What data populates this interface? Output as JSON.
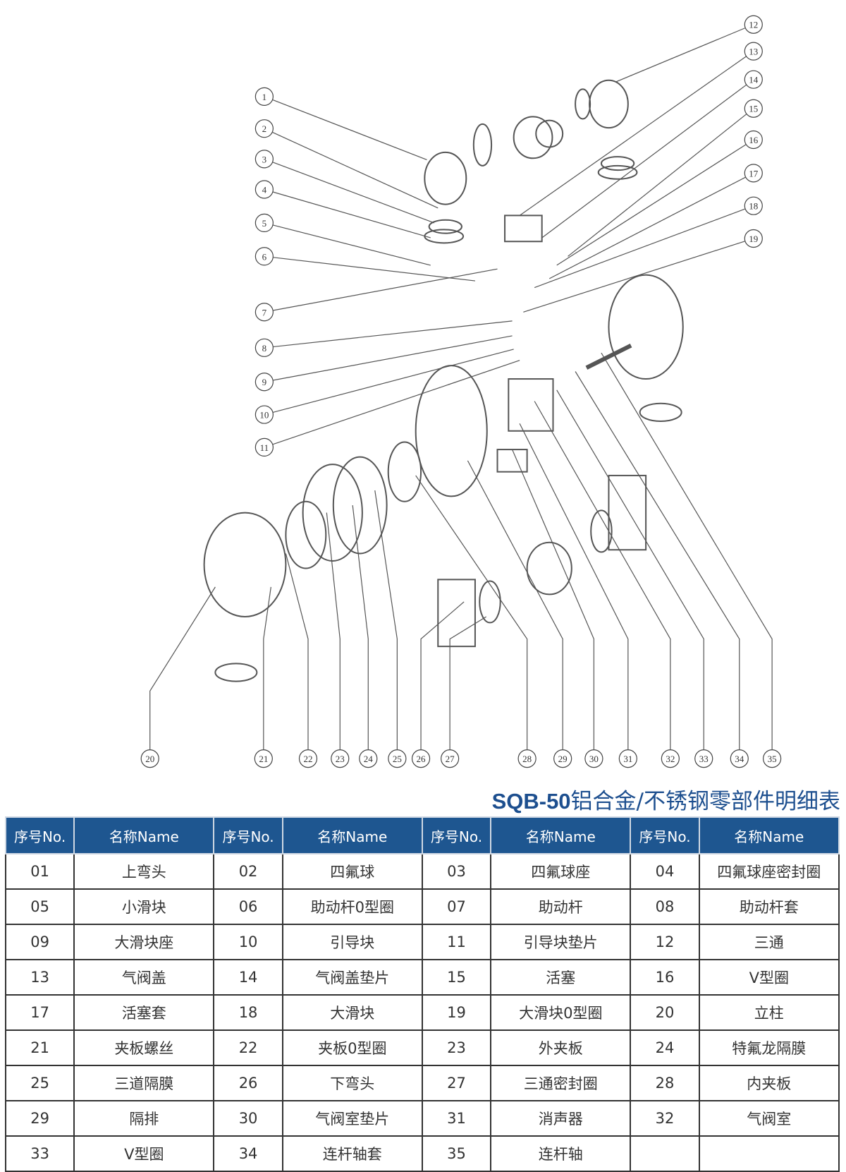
{
  "title": {
    "model": "SQB-50",
    "text": "铝合金/不锈钢零部件明细表"
  },
  "colors": {
    "header_bg": "#1e5690",
    "title": "#1d4f8f",
    "line": "#444444"
  },
  "table": {
    "headers": [
      "序号No.",
      "名称Name",
      "序号No.",
      "名称Name",
      "序号No.",
      "名称Name",
      "序号No.",
      "名称Name"
    ],
    "rows": [
      [
        "01",
        "上弯头",
        "02",
        "四氟球",
        "03",
        "四氟球座",
        "04",
        "四氟球座密封圈"
      ],
      [
        "05",
        "小滑块",
        "06",
        "助动杆0型圈",
        "07",
        "助动杆",
        "08",
        "助动杆套"
      ],
      [
        "09",
        "大滑块座",
        "10",
        "引导块",
        "11",
        "引导块垫片",
        "12",
        "三通"
      ],
      [
        "13",
        "气阀盖",
        "14",
        "气阀盖垫片",
        "15",
        "活塞",
        "16",
        "V型圈"
      ],
      [
        "17",
        "活塞套",
        "18",
        "大滑块",
        "19",
        "大滑块0型圈",
        "20",
        "立柱"
      ],
      [
        "21",
        "夹板螺丝",
        "22",
        "夹板0型圈",
        "23",
        "外夹板",
        "24",
        "特氟龙隔膜"
      ],
      [
        "25",
        "三道隔膜",
        "26",
        "下弯头",
        "27",
        "三通密封圈",
        "28",
        "内夹板"
      ],
      [
        "29",
        "隔排",
        "30",
        "气阀室垫片",
        "31",
        "消声器",
        "32",
        "气阀室"
      ],
      [
        "33",
        "V型圈",
        "34",
        "连杆轴套",
        "35",
        "连杆轴",
        "",
        ""
      ]
    ]
  },
  "callouts": [
    "1",
    "2",
    "3",
    "4",
    "5",
    "6",
    "7",
    "8",
    "9",
    "10",
    "11",
    "12",
    "13",
    "14",
    "15",
    "16",
    "17",
    "18",
    "19",
    "20",
    "21",
    "22",
    "23",
    "24",
    "25",
    "26",
    "27",
    "28",
    "29",
    "30",
    "31",
    "32",
    "33",
    "34",
    "35"
  ]
}
